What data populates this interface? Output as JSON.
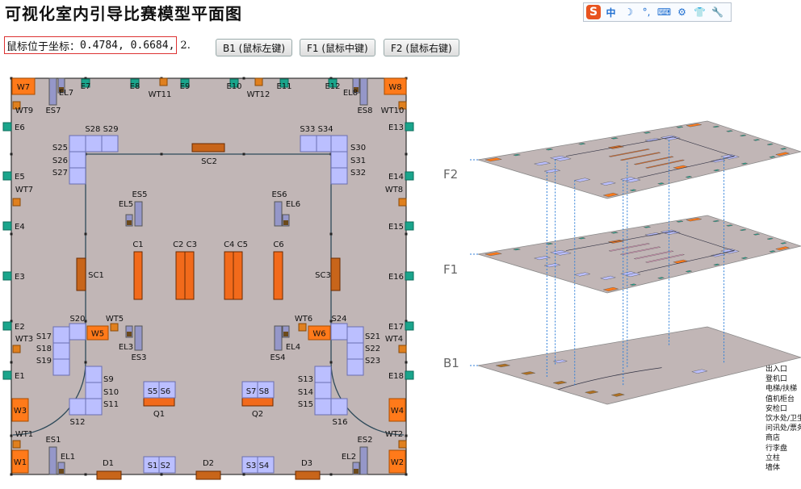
{
  "page_title": "可视化室内引导比赛模型平面图",
  "ime_toolbar": {
    "logo": "S",
    "mode": "中",
    "items": [
      "☽",
      "°,",
      "⌨",
      "⚙",
      "👕",
      "🔧"
    ]
  },
  "coord": {
    "label": "鼠标位于坐标：",
    "value": "0.4784, 0.6684,",
    "index": "2."
  },
  "buttons": {
    "b1": "B1 (鼠标左键)",
    "f1": "F1 (鼠标中键)",
    "f2": "F2 (鼠标右键)"
  },
  "floor_labels": {
    "f2": "F2",
    "f1": "F1",
    "b1": "B1"
  },
  "legend": [
    "出入口",
    "登机口",
    "电梯/扶梯",
    "值机柜台",
    "安检口",
    "饮水处/卫生间",
    "问讯处/票务",
    "商店",
    "行李盘",
    "立柱",
    "墙体"
  ],
  "colors": {
    "floor": "#c1b6b6",
    "exit": "#1aa58c",
    "gate": "#ff7a1a",
    "elevator": "#9597c9",
    "counter": "#f26a1b",
    "security": "#bbbfff",
    "water": "#9e5b0f",
    "wall": "#333333"
  },
  "plan": {
    "exits": [
      {
        "l": "E7"
      },
      {
        "l": "E8"
      },
      {
        "l": "E9"
      },
      {
        "l": "E10"
      },
      {
        "l": "E11"
      },
      {
        "l": "E12"
      },
      {
        "l": "E6"
      },
      {
        "l": "E5"
      },
      {
        "l": "E4"
      },
      {
        "l": "E3"
      },
      {
        "l": "E2"
      },
      {
        "l": "E1"
      },
      {
        "l": "E13"
      },
      {
        "l": "E14"
      },
      {
        "l": "E15"
      },
      {
        "l": "E16"
      },
      {
        "l": "E17"
      },
      {
        "l": "E18"
      }
    ],
    "gates": [
      {
        "l": "W7"
      },
      {
        "l": "W8"
      },
      {
        "l": "W5"
      },
      {
        "l": "W6"
      },
      {
        "l": "W3"
      },
      {
        "l": "W4"
      },
      {
        "l": "W1"
      },
      {
        "l": "W2"
      }
    ],
    "water": [
      {
        "l": "WT11"
      },
      {
        "l": "WT12"
      },
      {
        "l": "WT9"
      },
      {
        "l": "WT10"
      },
      {
        "l": "WT7"
      },
      {
        "l": "WT8"
      },
      {
        "l": "WT3"
      },
      {
        "l": "WT4"
      },
      {
        "l": "WT5"
      },
      {
        "l": "WT6"
      },
      {
        "l": "WT1"
      },
      {
        "l": "WT2"
      }
    ],
    "elevators": [
      {
        "l": "EL7"
      },
      {
        "l": "ES7"
      },
      {
        "l": "EL8"
      },
      {
        "l": "ES8"
      },
      {
        "l": "ES5"
      },
      {
        "l": "EL5"
      },
      {
        "l": "ES6"
      },
      {
        "l": "EL6"
      },
      {
        "l": "EL3"
      },
      {
        "l": "ES3"
      },
      {
        "l": "EL4"
      },
      {
        "l": "ES4"
      },
      {
        "l": "ES1"
      },
      {
        "l": "EL1"
      },
      {
        "l": "ES2"
      },
      {
        "l": "EL2"
      }
    ],
    "counters": [
      {
        "l": "C1"
      },
      {
        "l": "C2 C3"
      },
      {
        "l": "C4 C5"
      },
      {
        "l": "C6"
      },
      {
        "l": "SC1"
      },
      {
        "l": "SC2"
      },
      {
        "l": "SC3"
      },
      {
        "l": "Q1"
      },
      {
        "l": "Q2"
      },
      {
        "l": "D1"
      },
      {
        "l": "D2"
      },
      {
        "l": "D3"
      }
    ],
    "security": [
      {
        "l": "S28 S29"
      },
      {
        "l": "S33 S34"
      },
      {
        "l": "S25"
      },
      {
        "l": "S26"
      },
      {
        "l": "S27"
      },
      {
        "l": "S30"
      },
      {
        "l": "S31"
      },
      {
        "l": "S32"
      },
      {
        "l": "S20"
      },
      {
        "l": "S24"
      },
      {
        "l": "S17"
      },
      {
        "l": "S18"
      },
      {
        "l": "S19"
      },
      {
        "l": "S21"
      },
      {
        "l": "S22"
      },
      {
        "l": "S23"
      },
      {
        "l": "S9"
      },
      {
        "l": "S10"
      },
      {
        "l": "S11"
      },
      {
        "l": "S12"
      },
      {
        "l": "S13"
      },
      {
        "l": "S14"
      },
      {
        "l": "S15"
      },
      {
        "l": "S16"
      },
      {
        "l": "S5 S6"
      },
      {
        "l": "S7 S8"
      },
      {
        "l": "S1 S2"
      },
      {
        "l": "S3 S4"
      }
    ]
  }
}
